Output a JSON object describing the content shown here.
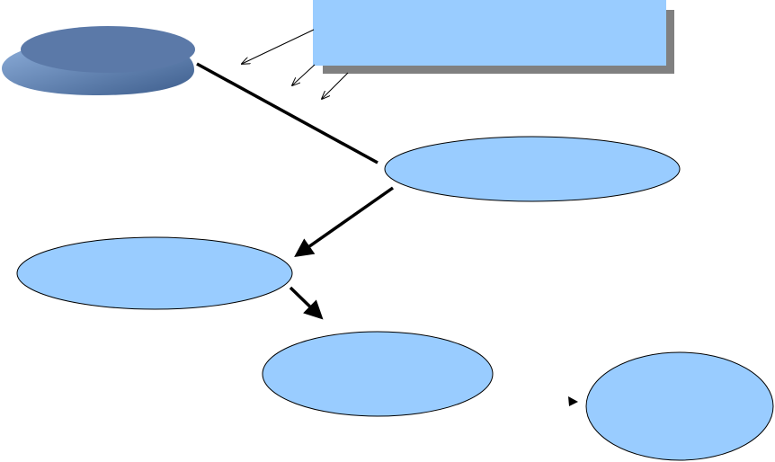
{
  "diagram": {
    "nodes": [
      {
        "id": "disk",
        "shape": "3d-disk",
        "label": "",
        "fill": "#5b79a8"
      },
      {
        "id": "callout-box",
        "shape": "rectangle",
        "label": "",
        "fill": "#99ccff",
        "shadow": "#808080"
      },
      {
        "id": "ellipse-top-right",
        "shape": "ellipse",
        "label": "",
        "fill": "#99ccff"
      },
      {
        "id": "ellipse-middle-left",
        "shape": "ellipse",
        "label": "",
        "fill": "#99ccff"
      },
      {
        "id": "ellipse-bottom-center",
        "shape": "ellipse",
        "label": "",
        "fill": "#99ccff"
      },
      {
        "id": "ellipse-bottom-right",
        "shape": "ellipse",
        "label": "",
        "fill": "#99ccff"
      }
    ],
    "connectors": [
      {
        "id": "disk-to-top-right",
        "style": "thick-line"
      },
      {
        "id": "top-right-to-middle-left",
        "style": "thick-arrow"
      },
      {
        "id": "middle-left-to-bottom-center",
        "style": "thick-arrow"
      },
      {
        "id": "callout-pointer-1",
        "style": "thin-arrow"
      },
      {
        "id": "callout-pointer-2",
        "style": "thin-arrow"
      },
      {
        "id": "callout-pointer-3",
        "style": "thin-arrow"
      },
      {
        "id": "arrowhead-near-bottom-right",
        "style": "arrowhead-only"
      }
    ],
    "stroke_color": "#000000"
  }
}
